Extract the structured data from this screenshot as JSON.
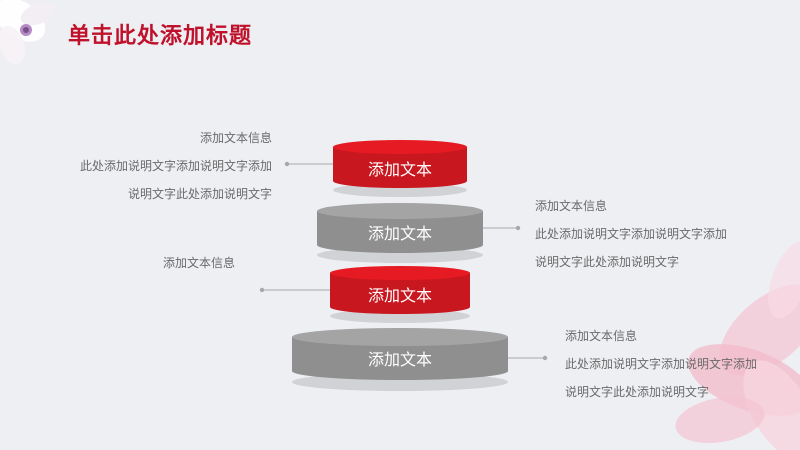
{
  "title": "单击此处添加标题",
  "colors": {
    "title": "#c0112b",
    "red": "#c8171e",
    "gray": "#8f8f8f",
    "line": "#a8a8a8"
  },
  "tiers": [
    {
      "label": "添加文本",
      "color": "red"
    },
    {
      "label": "添加文本",
      "color": "gray"
    },
    {
      "label": "添加文本",
      "color": "red"
    },
    {
      "label": "添加文本",
      "color": "gray"
    }
  ],
  "callouts": [
    {
      "heading": "添加文本信息",
      "line1": "此处添加说明文字添加说明文字添加",
      "line2": "说明文字此处添加说明文字"
    },
    {
      "heading": "添加文本信息",
      "line1": "此处添加说明文字添加说明文字添加",
      "line2": "说明文字此处添加说明文字"
    },
    {
      "heading": "添加文本信息"
    },
    {
      "heading": "添加文本信息",
      "line1": "此处添加说明文字添加说明文字添加",
      "line2": "说明文字此处添加说明文字"
    }
  ]
}
